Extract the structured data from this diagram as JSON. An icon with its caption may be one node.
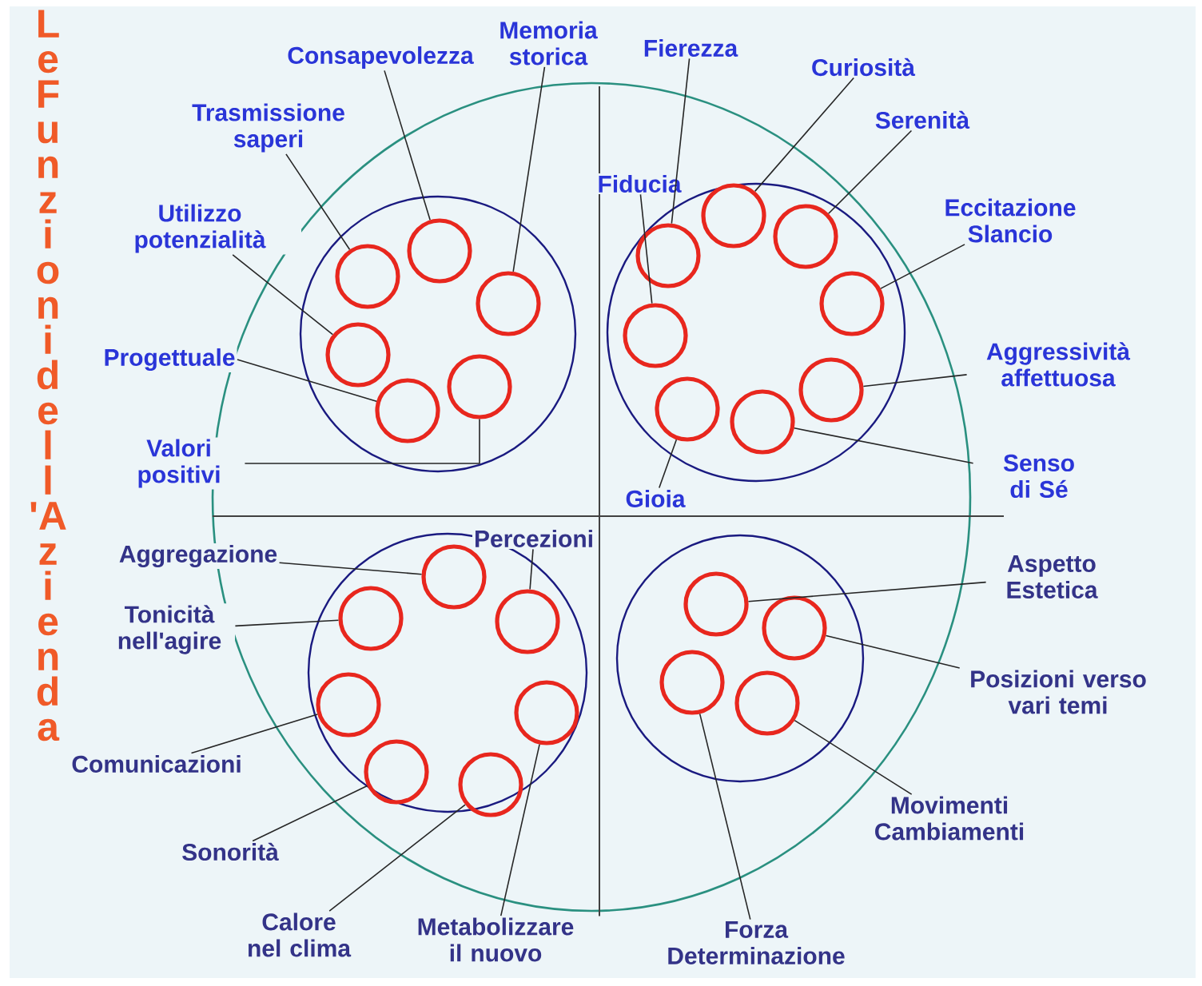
{
  "diagram": {
    "title": "Le Funzioni dell'Azienda",
    "nodes": [
      {
        "text": [],
        "shape": "circle"
      },
      {
        "text": [],
        "shape": "circle"
      },
      {
        "text": [],
        "shape": "circle"
      },
      {
        "text": [],
        "shape": "circle"
      },
      {
        "text": [],
        "shape": "circle",
        "in": 0
      },
      {
        "text": [],
        "shape": "circle",
        "in": 0
      },
      {
        "text": [],
        "shape": "circle",
        "in": 0
      },
      {
        "text": [],
        "shape": "circle",
        "in": 0
      },
      {
        "text": [],
        "shape": "circle",
        "in": 0
      },
      {
        "text": [],
        "shape": "circle",
        "in": 0
      },
      {
        "text": [],
        "shape": "circle",
        "in": 1
      },
      {
        "text": [],
        "shape": "circle",
        "in": 1
      },
      {
        "text": [],
        "shape": "circle",
        "in": 1
      },
      {
        "text": [],
        "shape": "circle",
        "in": 1
      },
      {
        "text": [],
        "shape": "circle",
        "in": 1
      },
      {
        "text": [],
        "shape": "circle",
        "in": 1
      },
      {
        "text": [],
        "shape": "circle",
        "in": 1
      },
      {
        "text": [],
        "shape": "circle",
        "in": 1
      },
      {
        "text": [],
        "shape": "circle",
        "in": 2
      },
      {
        "text": [],
        "shape": "circle",
        "in": 2
      },
      {
        "text": [],
        "shape": "circle",
        "in": 2
      },
      {
        "text": [],
        "shape": "circle",
        "in": 2
      },
      {
        "text": [],
        "shape": "circle",
        "in": 2
      },
      {
        "text": [],
        "shape": "circle",
        "in": 2
      },
      {
        "text": [],
        "shape": "circle",
        "in": 2
      },
      {
        "text": [],
        "shape": "circle",
        "in": 3
      },
      {
        "text": [],
        "shape": "circle",
        "in": 3
      },
      {
        "text": [],
        "shape": "circle",
        "in": 3
      },
      {
        "text": [],
        "shape": "circle",
        "in": 3
      },
      {
        "text": [
          "Trasmissione saperi"
        ]
      },
      {
        "text": [
          "Consapevolezza"
        ]
      },
      {
        "text": [
          "Memoria storica"
        ]
      },
      {
        "text": [
          "Utilizzo potenzialità"
        ]
      },
      {
        "text": [
          "Progettuale"
        ]
      },
      {
        "text": [
          "Valori positivi"
        ]
      },
      {
        "text": [
          "Fierezza"
        ]
      },
      {
        "text": [
          "Fiducia"
        ]
      },
      {
        "text": [
          "Curiosità"
        ]
      },
      {
        "text": [
          "Serenità"
        ]
      },
      {
        "text": [
          "Eccitazione Slancio"
        ]
      },
      {
        "text": [
          "Aggressività affettuosa"
        ]
      },
      {
        "text": [
          "Senso di Sé"
        ]
      },
      {
        "text": [
          "Gioia"
        ]
      },
      {
        "text": [
          "Aggregazione"
        ]
      },
      {
        "text": [
          "Percezioni"
        ]
      },
      {
        "text": [
          "Tonicità nell'agire"
        ]
      },
      {
        "text": [
          "Comunicazioni"
        ]
      },
      {
        "text": [
          "Sonorità"
        ]
      },
      {
        "text": [
          "Calore nel clima"
        ]
      },
      {
        "text": [
          "Metabolizzare il nuovo"
        ]
      },
      {
        "text": [
          "Aspetto Estetica"
        ]
      },
      {
        "text": [
          "Posizioni verso vari temi"
        ]
      },
      {
        "text": [
          "Movimenti Cambiamenti"
        ]
      },
      {
        "text": [
          "Forza Determinazione"
        ]
      }
    ],
    "edges": [
      {
        "from": 29,
        "to": 4,
        "arrow": "none"
      },
      {
        "from": 30,
        "to": 5,
        "arrow": "none"
      },
      {
        "from": 31,
        "to": 6,
        "arrow": "none"
      },
      {
        "from": 32,
        "to": 7,
        "arrow": "none"
      },
      {
        "from": 33,
        "to": 8,
        "arrow": "none"
      },
      {
        "from": 34,
        "to": 9,
        "arrow": "none"
      },
      {
        "from": 35,
        "to": 11,
        "arrow": "none"
      },
      {
        "from": 36,
        "to": 10,
        "arrow": "none"
      },
      {
        "from": 37,
        "to": 12,
        "arrow": "none"
      },
      {
        "from": 38,
        "to": 13,
        "arrow": "none"
      },
      {
        "from": 39,
        "to": 14,
        "arrow": "none"
      },
      {
        "from": 40,
        "to": 15,
        "arrow": "none"
      },
      {
        "from": 41,
        "to": 16,
        "arrow": "none"
      },
      {
        "from": 42,
        "to": 17,
        "arrow": "none"
      },
      {
        "from": 43,
        "to": 18,
        "arrow": "none"
      },
      {
        "from": 44,
        "to": 19,
        "arrow": "none"
      },
      {
        "from": 45,
        "to": 20,
        "arrow": "none"
      },
      {
        "from": 46,
        "to": 21,
        "arrow": "none"
      },
      {
        "from": 47,
        "to": 22,
        "arrow": "none"
      },
      {
        "from": 48,
        "to": 23,
        "arrow": "none"
      },
      {
        "from": 49,
        "to": 24,
        "arrow": "none"
      },
      {
        "from": 50,
        "to": 25,
        "arrow": "none"
      },
      {
        "from": 51,
        "to": 26,
        "arrow": "none"
      },
      {
        "from": 52,
        "to": 28,
        "arrow": "none"
      },
      {
        "from": 53,
        "to": 27,
        "arrow": "none"
      }
    ]
  }
}
